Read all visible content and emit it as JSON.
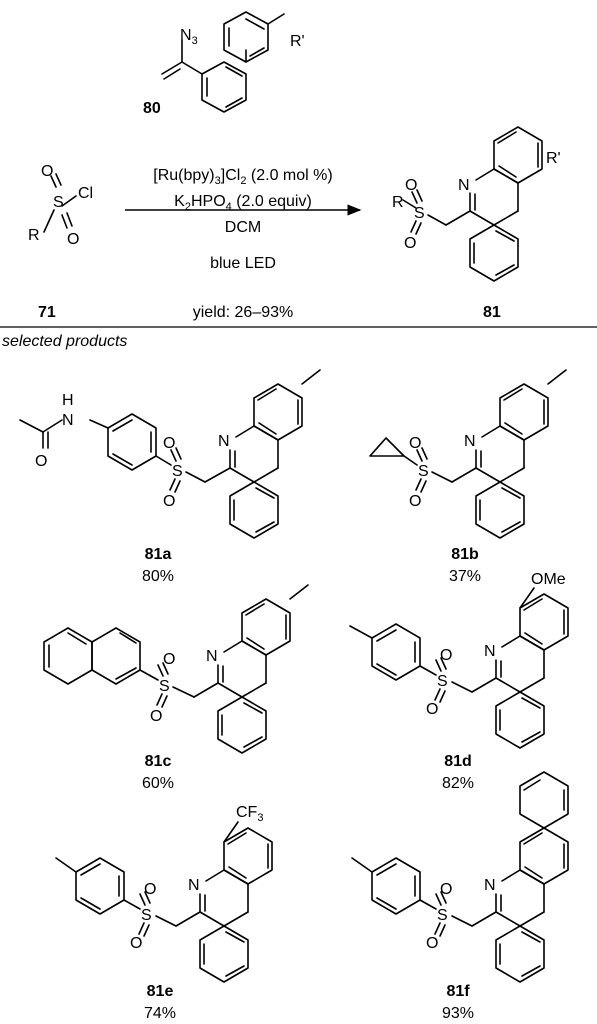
{
  "scheme": {
    "reagent": {
      "id": "80",
      "substituent": "R'",
      "azide": "N",
      "azide_sub": "3"
    },
    "sulfonyl_chloride": {
      "id": "71",
      "R": "R",
      "S": "S",
      "O": "O",
      "Cl": "Cl"
    },
    "conditions": {
      "catalyst_a": "[Ru(bpy)",
      "catalyst_sub": "3",
      "catalyst_b": "]Cl",
      "catalyst_sub2": "2",
      "catalyst_c": " (2.0 mol %)",
      "base_a": "K",
      "base_sub": "2",
      "base_b": "HPO",
      "base_sub2": "4",
      "base_c": " (2.0 equiv)",
      "solvent": "DCM",
      "light": "blue LED",
      "yield": "yield: 26–93%"
    },
    "product": {
      "id": "81",
      "R": "R",
      "S": "S",
      "O": "O",
      "N": "N",
      "substituent": "R'"
    }
  },
  "section_title": "selected products",
  "atoms": {
    "N": "N",
    "H": "H",
    "O": "O",
    "S": "S",
    "OMe": "OMe",
    "CF": "CF",
    "CF_sub": "3"
  },
  "products": [
    {
      "id": "81a",
      "yield": "80%"
    },
    {
      "id": "81b",
      "yield": "37%"
    },
    {
      "id": "81c",
      "yield": "60%"
    },
    {
      "id": "81d",
      "yield": "82%"
    },
    {
      "id": "81e",
      "yield": "74%"
    },
    {
      "id": "81f",
      "yield": "93%"
    }
  ]
}
